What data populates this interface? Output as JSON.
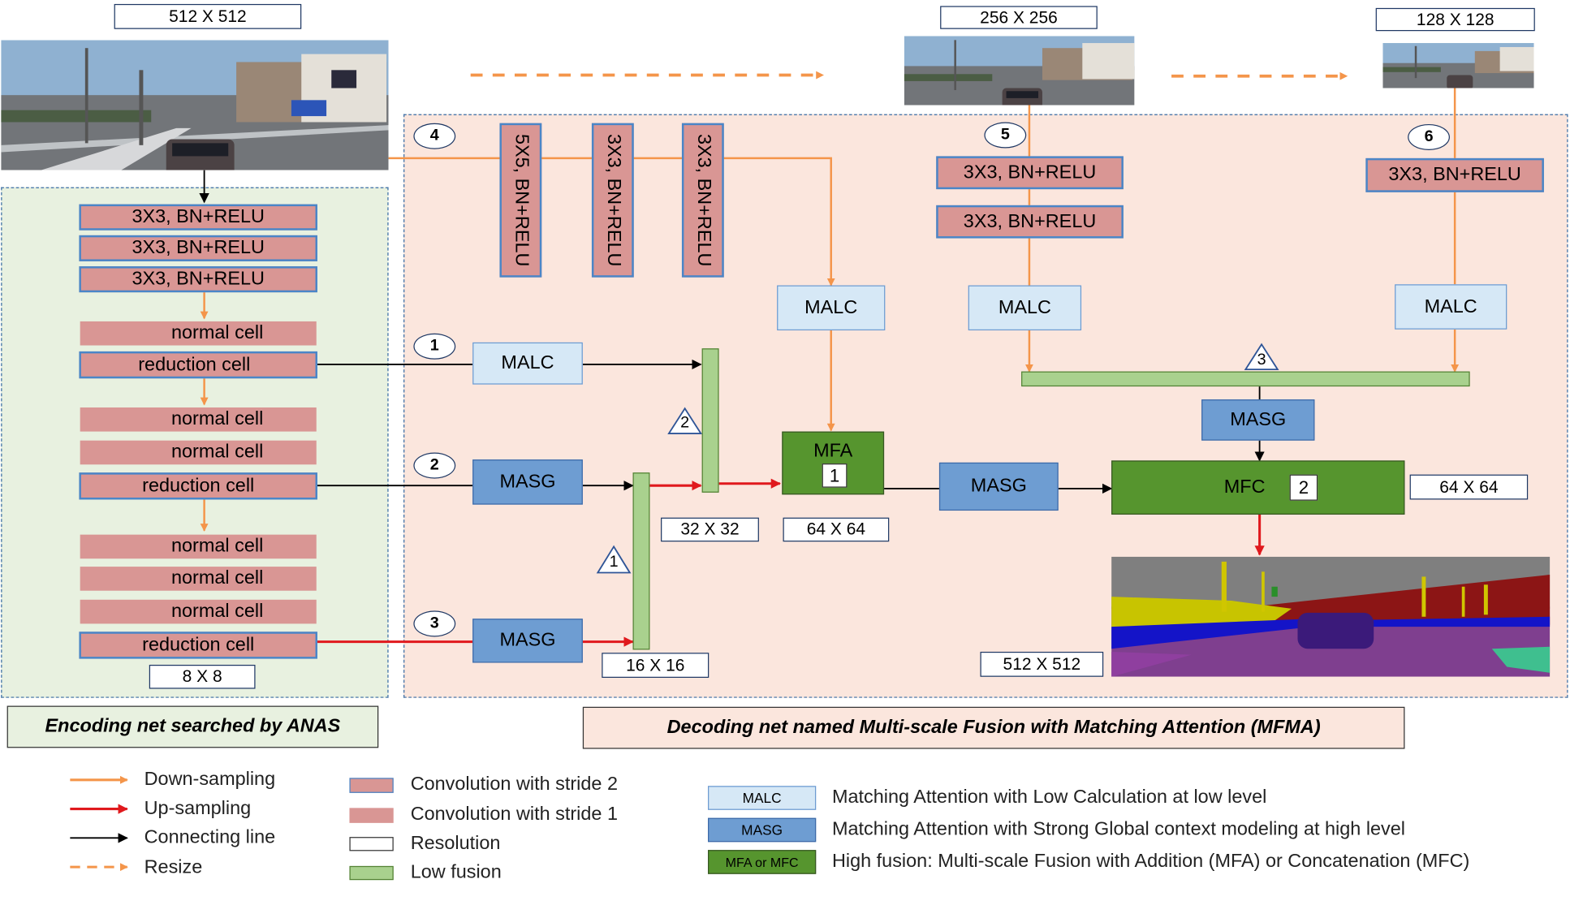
{
  "resolutions": {
    "input": "512 X 512",
    "scale2": "256 X 256",
    "scale3": "128 X 128",
    "r8": "8 X 8",
    "r16": "16 X 16",
    "r32": "32 X 32",
    "r64a": "64 X 64",
    "r64b": "64 X 64",
    "output": "512 X 512"
  },
  "encoder": {
    "convs": [
      "3X3, BN+RELU",
      "3X3, BN+RELU",
      "3X3, BN+RELU"
    ],
    "cells": [
      "normal cell",
      "reduction cell",
      "normal cell",
      "normal cell",
      "reduction cell",
      "normal cell",
      "normal cell",
      "normal cell",
      "reduction cell"
    ]
  },
  "decoder": {
    "branch4_convs": [
      "5X5, BN+RELU",
      "3X3, BN+RELU",
      "3X3, BN+RELU"
    ],
    "branch5_convs": [
      "3X3, BN+RELU",
      "3X3, BN+RELU"
    ],
    "branch6_conv": "3X3, BN+RELU",
    "malc": "MALC",
    "masg": "MASG",
    "mfa": "MFA",
    "mfa_num": "1",
    "mfc": "MFC",
    "mfc_num": "2",
    "low_fusion_tags": [
      "1",
      "2",
      "3"
    ],
    "branch_numbers": [
      "1",
      "2",
      "3",
      "4",
      "5",
      "6"
    ]
  },
  "captions": {
    "encoder": "Encoding net searched by ANAS",
    "decoder": "Decoding net named Multi-scale Fusion with Matching Attention (MFMA)"
  },
  "legend": {
    "arrows": [
      "Down-sampling",
      "Up-sampling",
      "Connecting line",
      "Resize"
    ],
    "blocks": [
      "Convolution with stride 2",
      "Convolution with stride 1",
      "Resolution",
      "Low fusion"
    ],
    "modules": [
      {
        "tag": "MALC",
        "desc": "Matching Attention with Low Calculation at low level"
      },
      {
        "tag": "MASG",
        "desc": "Matching Attention with Strong Global context modeling at high level"
      },
      {
        "tag": "MFA or MFC",
        "desc": "High fusion: Multi-scale Fusion with Addition (MFA) or Concatenation (MFC)"
      }
    ]
  },
  "colors": {
    "encoder_bg": "#e8f1e0",
    "decoder_bg": "#fbe6dd",
    "downsample": "#f4954a",
    "upsample": "#e0191d",
    "connect": "#000000"
  }
}
